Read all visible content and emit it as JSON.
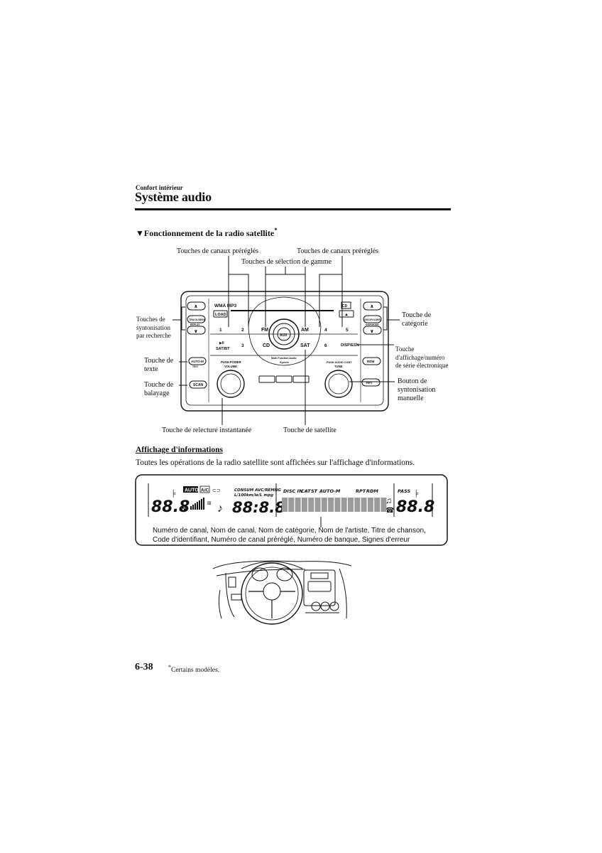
{
  "header": {
    "section": "Confort intérieur",
    "title": "Système audio"
  },
  "subsection": {
    "marker": "▼",
    "title": "Fonctionnement de la radio satellite",
    "star": "*"
  },
  "diagram": {
    "callouts": {
      "preset_left": "Touches de canaux préréglés",
      "preset_right": "Touches de canaux préréglés",
      "band": "Touches de sélection de gamme",
      "seek": [
        "Touches de",
        "syntonisation",
        "par recherche"
      ],
      "text": [
        "Touche de",
        "texte"
      ],
      "scan": [
        "Touche de",
        "balayage"
      ],
      "category": [
        "Touche de",
        "catégorie"
      ],
      "display_esn": [
        "Touche",
        "d'affichage/numéro",
        "de série électronique"
      ],
      "manual_tune": [
        "Bouton de",
        "syntonisation",
        "manuelle"
      ],
      "instant_replay": "Touche de relecture instantanée",
      "satellite": "Touche de satellite"
    },
    "unit_labels": {
      "format": "WMA MP3",
      "load": "LOAD",
      "cd_logo": "CD",
      "eject": "▲",
      "up": "∧",
      "down": "∨",
      "track_seek": "TRACK/SEEK",
      "replay": "REPLAY",
      "disc_folder": "DISC/FOLDER",
      "disp_mode": "DISP.MODE",
      "preset_1": "1",
      "preset_2": "2",
      "preset_3": "3",
      "preset_4": "4",
      "preset_5": "5",
      "preset_6": "6",
      "fm": "FM",
      "am": "AM",
      "cd": "CD",
      "sat": "SAT",
      "aux": "AUX",
      "play_pause": "▶II",
      "sat_bt": "SAT/BT",
      "disp_esn": "DISP/ESN",
      "system_name": [
        "Multi Function Audio",
        "System"
      ],
      "auto_m": "AUTO-M",
      "text_small": "TEXT",
      "scan": "SCAN",
      "rdm": "RDM",
      "rpt": "RPT",
      "volume": [
        "PUSH POWER",
        "VOLUME"
      ],
      "tune": [
        "PUSH AUDIO CONT",
        "TUNE"
      ]
    }
  },
  "info_section": {
    "heading": "Affichage d'informations",
    "body": "Toutes les opérations de la radio satellite sont affichées sur l'affichage d'informations.",
    "display": {
      "auto": "AUTO",
      "ac": "A/C",
      "consum_line1": "CONSUM AVC/REMNG",
      "consum_line2": "L/100km/le/L mpg",
      "indicators": [
        "DISC IN",
        "CAT",
        "ST",
        "AUTO-M",
        "RPT",
        "RDM"
      ],
      "pass": "PASS",
      "seg_left": "88.8",
      "seg_mid": "88:8.8",
      "seg_right": "88.8"
    },
    "caption_line1": "Numéro de canal, Nom de canal, Nom de catégorie, Nom de l'artiste, Titre de chanson,",
    "caption_line2": "Code d'identifiant, Numéro de canal préréglé, Numéro de banque, Signes d'erreur"
  },
  "footer": {
    "page_number": "6-38",
    "footnote_star": "*",
    "footnote": "Certains modèles."
  }
}
